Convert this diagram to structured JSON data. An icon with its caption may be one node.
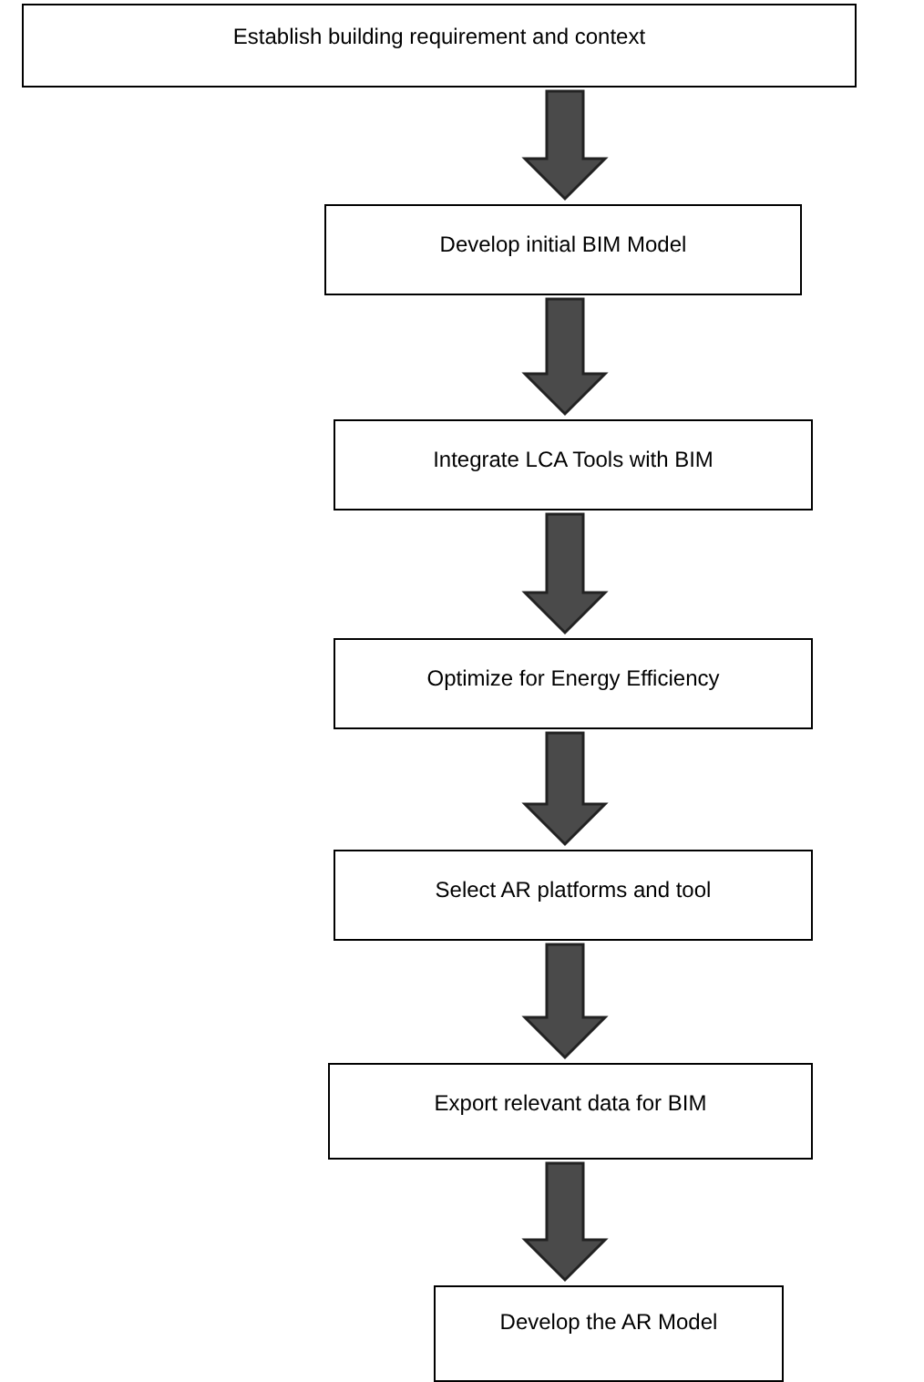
{
  "diagram": {
    "nodes": [
      {
        "text": [
          "Establish building requirement and context"
        ]
      },
      {
        "text": [
          "Develop initial BIM Model"
        ]
      },
      {
        "text": [
          "Integrate LCA Tools with BIM"
        ]
      },
      {
        "text": [
          "Optimize for Energy Efficiency"
        ]
      },
      {
        "text": [
          "Select AR platforms and tool"
        ]
      },
      {
        "text": [
          "Export relevant data for BIM"
        ]
      },
      {
        "text": [
          "Develop the AR Model"
        ]
      }
    ],
    "edges": [
      {
        "from": 0,
        "to": 1,
        "arrow": "to",
        "style": "thick"
      },
      {
        "from": 1,
        "to": 2,
        "arrow": "to",
        "style": "thick"
      },
      {
        "from": 2,
        "to": 3,
        "arrow": "to",
        "style": "thick"
      },
      {
        "from": 3,
        "to": 4,
        "arrow": "to",
        "style": "thick"
      },
      {
        "from": 4,
        "to": 5,
        "arrow": "to",
        "style": "thick"
      },
      {
        "from": 5,
        "to": 6,
        "arrow": "to",
        "style": "thick"
      }
    ]
  }
}
